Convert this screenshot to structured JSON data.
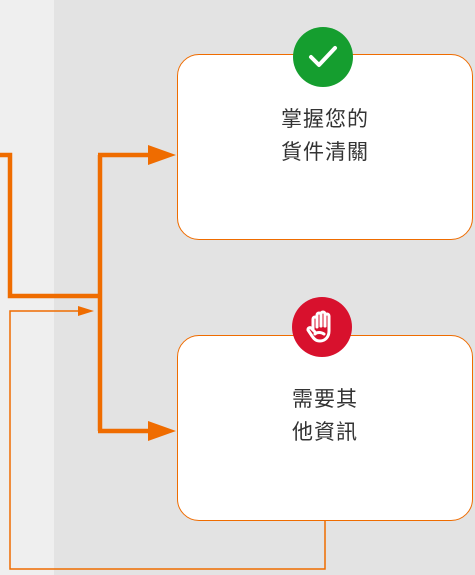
{
  "cards": [
    {
      "line1": "掌握您的",
      "line2": "貨件清關",
      "badge": "check-icon",
      "badge_color": "#159e2f"
    },
    {
      "line1": "需要其",
      "line2": "他資訊",
      "badge": "stop-hand-icon",
      "badge_color": "#d8112d"
    }
  ],
  "colors": {
    "accent": "#ef6c00",
    "background": "#e3e3e3"
  }
}
